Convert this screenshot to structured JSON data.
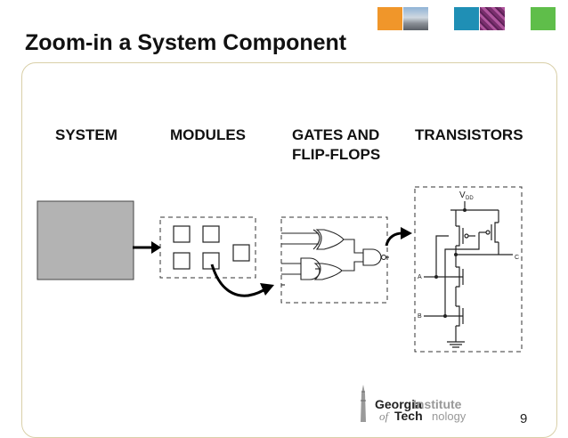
{
  "slide": {
    "title": "Zoom-in a System Component",
    "page_number": "9"
  },
  "diagram": {
    "headings": {
      "system": "SYSTEM",
      "modules": "MODULES",
      "gates_line1": "GATES AND",
      "gates_line2": "FLIP-FLOPS",
      "transistors": "TRANSISTORS"
    },
    "labels": {
      "vdd_v": "V",
      "vdd_sub": "DD",
      "output": "C",
      "input_a": "A",
      "input_b": "B"
    }
  },
  "logo": {
    "georgia": "Georgia",
    "institute": "Institute",
    "of": "of",
    "tech": "Tech",
    "nology": "nology"
  },
  "colors": {
    "tile_orange": "#f0962a",
    "tile_blue": "#1f8fb5",
    "tile_green": "#5fbe4a",
    "system_block": "#b3b3b3",
    "panel_border": "#d9cfa8"
  }
}
